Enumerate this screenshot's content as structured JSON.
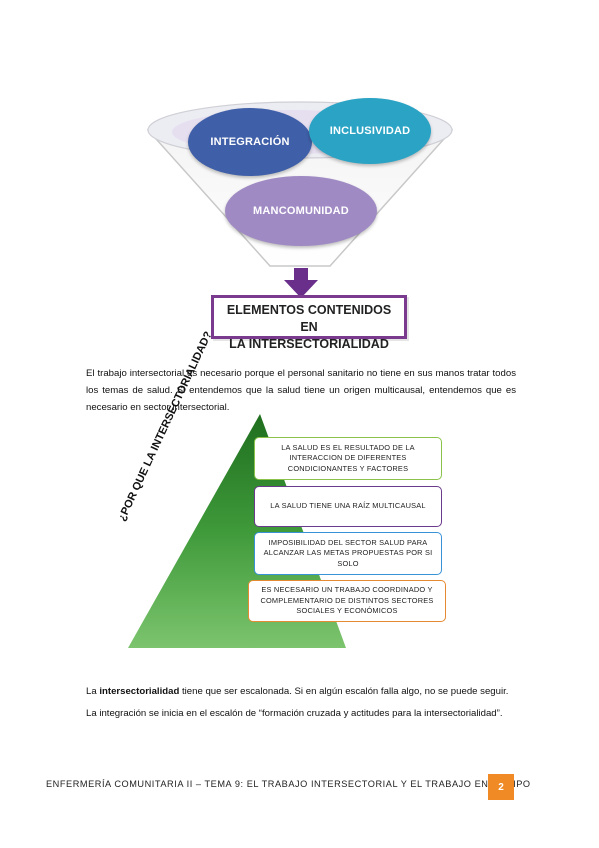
{
  "funnel": {
    "items": [
      "INTEGRACIÓN",
      "INCLUSIVIDAD",
      "MANCOMUNIDAD"
    ],
    "box_line1": "ELEMENTOS CONTENIDOS EN",
    "box_line2": "LA INTERSECTORIALIDAD",
    "colors": {
      "integracion": "#3f5fa8",
      "inclusividad": "#2aa3c4",
      "mancomunidad": "#a08ac4",
      "border": "#7a3b8f"
    }
  },
  "paragraph1": "El trabajo intersectorial es necesario porque el personal sanitario no tiene en sus manos tratar todos los temas de salud. Si entendemos que la salud tiene un origen multicausal, entendemos que es necesario en sector intersectorial.",
  "pyramid": {
    "label": "¿POR QUE LA INTERSECTORIALIDAD?",
    "boxes": [
      "LA SALUD ES EL RESULTADO DE LA INTERACCION DE DIFERENTES CONDICIONANTES Y FACTORES",
      "LA SALUD TIENE UNA RAÍZ MULTICAUSAL",
      "IMPOSIBILIDAD DEL SECTOR SALUD PARA ALCANZAR LAS METAS PROPUESTAS POR SI SOLO",
      "ES NECESARIO UN TRABAJO COORDINADO Y COMPLEMENTARIO DE DISTINTOS SECTORES SOCIALES Y ECONÓMICOS"
    ],
    "colors": {
      "pyramid": "#2e8b2e",
      "box1": "#8bc34a",
      "box2": "#6a3b8c",
      "box3": "#3a92d6",
      "box4": "#e58a32"
    }
  },
  "paragraph2": {
    "prefix": "La ",
    "keyword": "intersectorialidad",
    "suffix": " tiene que ser escalonada. Si en algún escalón falla algo, no se puede seguir."
  },
  "paragraph3": "La integración se inicia en el escalón de “formación cruzada y actitudes para la intersectorialidad”.",
  "footer": {
    "text": "ENFERMERÍA COMUNITARIA II – TEMA 9: EL TRABAJO INTERSECTORIAL Y EL TRABAJO EN EQUIPO",
    "page": "2",
    "accent": "#f08a24"
  }
}
